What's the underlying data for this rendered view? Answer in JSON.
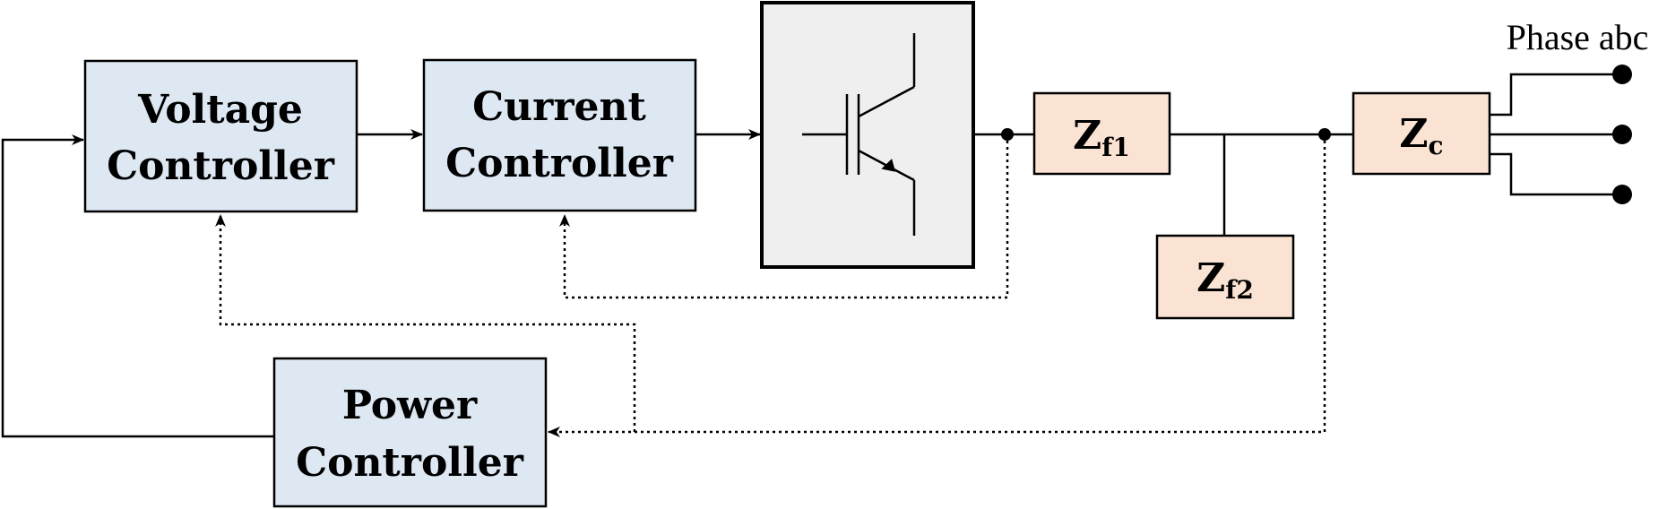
{
  "colors": {
    "controller_fill": "#dde8f3",
    "impedance_fill": "#fbe3d3",
    "switch_fill": "#efefef",
    "line": "#000000"
  },
  "terminal_label": "Phase abc",
  "blocks": {
    "voltage_controller": {
      "line1": "Voltage",
      "line2": "Controller"
    },
    "current_controller": {
      "line1": "Current",
      "line2": "Controller"
    },
    "power_controller": {
      "line1": "Power",
      "line2": "Controller"
    },
    "switch": {
      "icon": "igbt-transistor-icon"
    }
  },
  "impedances": {
    "zf1": {
      "base": "Z",
      "sub": "f1"
    },
    "zf2": {
      "base": "Z",
      "sub": "f2"
    },
    "zc": {
      "base": "Z",
      "sub": "c"
    }
  }
}
